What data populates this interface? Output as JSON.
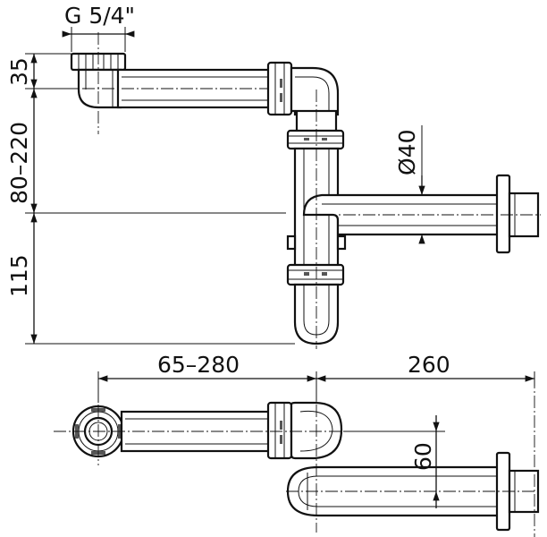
{
  "labels": {
    "thread": "G 5/4\"",
    "dim_35": "35",
    "dim_80_220": "80–220",
    "dim_115": "115",
    "diameter": "Ø40",
    "dim_65_280": "65–280",
    "dim_260": "260",
    "dim_60": "60"
  }
}
